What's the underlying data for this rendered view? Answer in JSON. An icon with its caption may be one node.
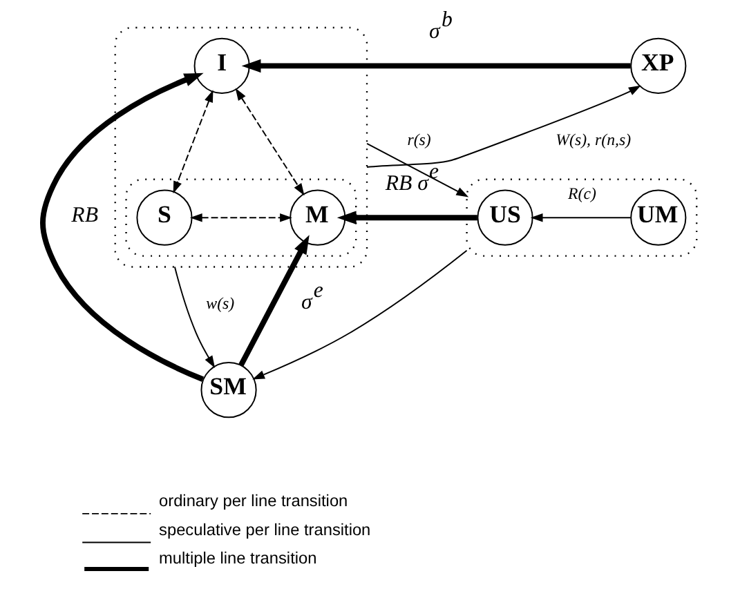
{
  "diagram": {
    "nodes": [
      {
        "text": [],
        "shape": "box"
      },
      {
        "text": [
          "I"
        ],
        "in": 0
      },
      {
        "text": [],
        "shape": "box",
        "in": 0
      },
      {
        "text": [
          "S"
        ],
        "in": 2
      },
      {
        "text": [
          "M"
        ],
        "in": 2
      },
      {
        "text": [
          "XP"
        ]
      },
      {
        "text": [],
        "shape": "box"
      },
      {
        "text": [
          "US"
        ],
        "in": 6
      },
      {
        "text": [
          "UM"
        ],
        "in": 6
      },
      {
        "text": [
          "SM"
        ]
      }
    ],
    "edges": [
      {
        "from": 5,
        "to": 1,
        "arrow": "to",
        "label": "σ$^{b}$",
        "style": "thick"
      },
      {
        "from": 0,
        "to": 5,
        "arrow": "to",
        "label": "W(s), r(n,s)"
      },
      {
        "from": 0,
        "to": 6,
        "arrow": "to",
        "label": "r(s)"
      },
      {
        "from": 1,
        "to": 3,
        "arrow": "both",
        "style": "dashed"
      },
      {
        "from": 1,
        "to": 4,
        "arrow": "both",
        "style": "dashed"
      },
      {
        "from": 3,
        "to": 4,
        "arrow": "both",
        "style": "dashed"
      },
      {
        "from": 7,
        "to": 4,
        "arrow": "to",
        "label": "RB σ$^{e}$",
        "style": "thick"
      },
      {
        "from": 8,
        "to": 7,
        "arrow": "to",
        "label": "R(c)"
      },
      {
        "from": 0,
        "to": 9,
        "arrow": "to",
        "label": "w(s)"
      },
      {
        "from": 6,
        "to": 9,
        "arrow": "to"
      },
      {
        "from": 9,
        "to": 4,
        "arrow": "to",
        "label": "σ$^{e}$",
        "style": "thick"
      },
      {
        "from": 9,
        "to": 1,
        "arrow": "to",
        "label": "RB",
        "style": "thick"
      }
    ],
    "legend": [
      {
        "text": "ordinary per line transition"
      },
      {
        "text": "speculative per line transition"
      },
      {
        "text": "multiple line transition"
      }
    ]
  }
}
